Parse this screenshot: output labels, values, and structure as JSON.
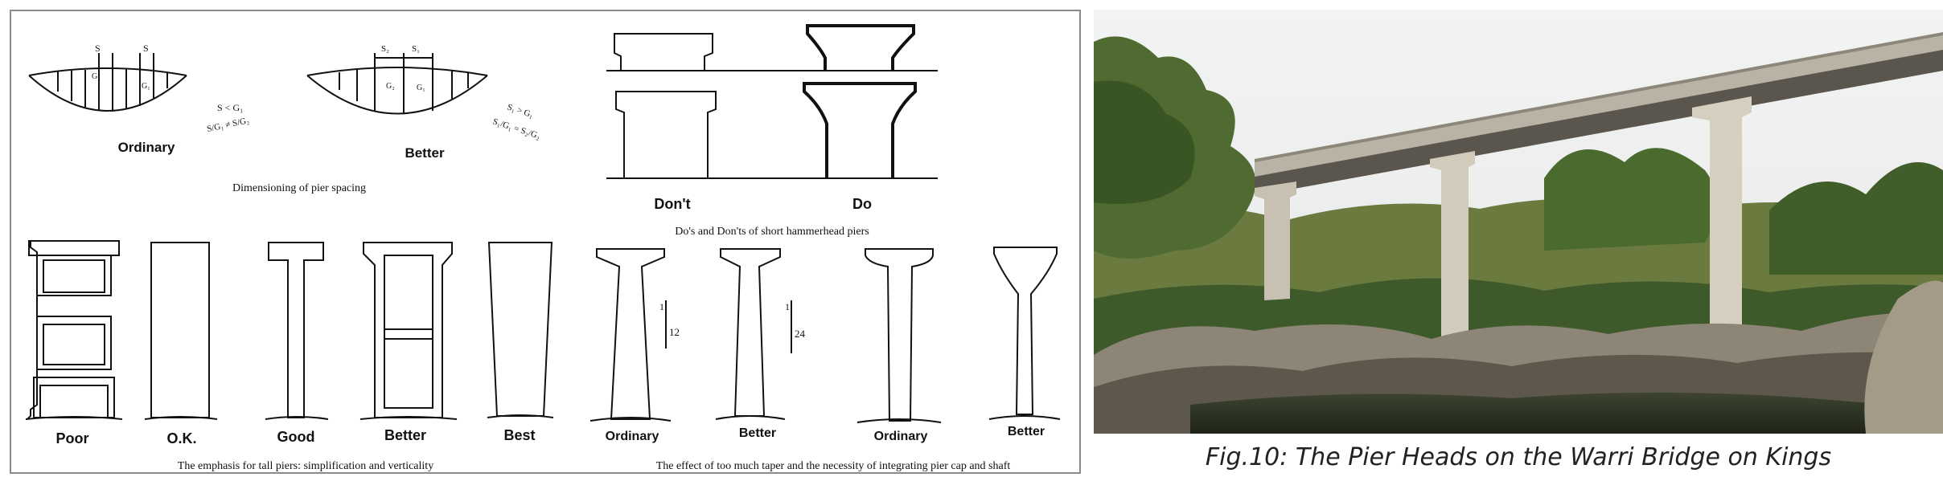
{
  "spacing": {
    "ordinary_label": "Ordinary",
    "better_label": "Better",
    "caption": "Dimensioning of pier spacing",
    "ord_sym_s1": "S",
    "ord_sym_s2": "S",
    "ord_sym_g1": "G₂",
    "ord_sym_g2": "G₁",
    "ord_rel1": "S < G₁",
    "ord_rel2": "S/G₁ ≠ S/G₂",
    "bet_sym_s1": "S₂",
    "bet_sym_s2": "S₁",
    "bet_sym_g1": "G₂",
    "bet_sym_g2": "G₁",
    "bet_rel1": "S₁ > G₁",
    "bet_rel2": "S₁/G₁ = S₂/G₂"
  },
  "hammerhead": {
    "dont_label": "Don't",
    "do_label": "Do",
    "caption": "Do's and Don'ts of short hammerhead piers"
  },
  "tall_piers": {
    "labels": [
      "Poor",
      "O.K.",
      "Good",
      "Better",
      "Best"
    ],
    "caption": "The emphasis for tall piers: simplification and verticality"
  },
  "taper": {
    "labels": [
      "Ordinary",
      "Better",
      "Ordinary",
      "Better"
    ],
    "ratio1_top": "1",
    "ratio1_bottom": "12",
    "ratio2_top": "1",
    "ratio2_bottom": "24",
    "caption": "The effect of too much taper and the necessity of integrating pier cap and shaft"
  },
  "photo": {
    "caption": "Fig.10: The Pier Heads on the Warri Bridge on Kings"
  }
}
